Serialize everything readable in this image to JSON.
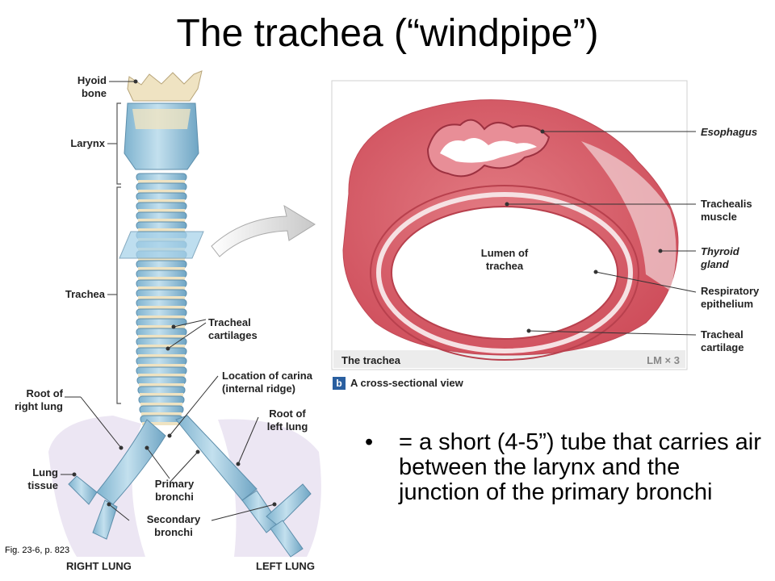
{
  "title": "The trachea (“windpipe”)",
  "left_labels": {
    "hyoid": "Hyoid\nbone",
    "larynx": "Larynx",
    "trachea": "Trachea",
    "tracheal_cartilages": "Tracheal\ncartilages",
    "carina": "Location of carina\n(internal ridge)",
    "root_right": "Root of\nright lung",
    "root_left": "Root of\nleft lung",
    "lung_tissue": "Lung\ntissue",
    "primary_bronchi": "Primary\nbronchi",
    "secondary_bronchi": "Secondary\nbronchi",
    "right_lung": "RIGHT LUNG",
    "left_lung": "LEFT LUNG"
  },
  "micrograph": {
    "lumen": "Lumen of\ntrachea",
    "caption_left": "The trachea",
    "caption_right": "LM × 3",
    "badge": "b",
    "subcaption": "A cross-sectional view"
  },
  "right_labels": {
    "esophagus": "Esophagus",
    "trachealis": "Trachealis\nmuscle",
    "thyroid": "Thyroid\ngland",
    "respiratory": "Respiratory\nepithelium",
    "tracheal_cartilage": "Tracheal\ncartilage"
  },
  "bullet": {
    "marker": "•",
    "text": "= a short (4-5”) tube that carries air between the larynx and the junction of the primary bronchi"
  },
  "figure_ref": "Fig. 23-6, p. 823",
  "colors": {
    "cartilage_blue": "#a8cde0",
    "tissue_red": "#d9636c",
    "bone_cream": "#efe3c2"
  }
}
